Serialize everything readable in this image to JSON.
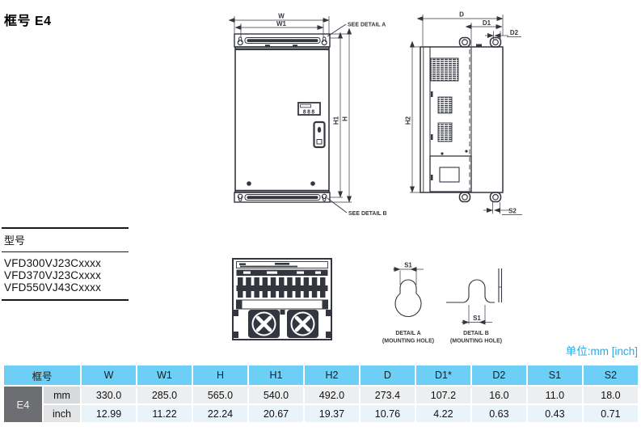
{
  "page": {
    "title": "框号 E4",
    "unit_note": "单位:mm [inch]"
  },
  "models": {
    "header": "型号",
    "items": [
      "VFD300VJ23Cxxxx",
      "VFD370VJ23Cxxxx",
      "VFD550VJ43Cxxxx"
    ]
  },
  "diagram": {
    "front": {
      "w": "W",
      "w1": "W1",
      "h": "H",
      "h1": "H1",
      "display": "888",
      "see_detail_a": "SEE DETAIL A",
      "see_detail_b": "SEE DETAIL B"
    },
    "side": {
      "d": "D",
      "d1": "D1",
      "d2": "D2",
      "h2": "H2",
      "s2": "S2"
    },
    "detail_a": {
      "dim": "S1",
      "title": "DETAIL A",
      "subtitle": "(MOUNTING HOLE)"
    },
    "detail_b": {
      "dim": "S1",
      "title": "DETAIL B",
      "subtitle": "(MOUNTING HOLE)"
    }
  },
  "table": {
    "frame_header": "框号",
    "frame_id": "E4",
    "columns": [
      "W",
      "W1",
      "H",
      "H1",
      "H2",
      "D",
      "D1*",
      "D2",
      "S1",
      "S2"
    ],
    "rows": [
      {
        "unit": "mm",
        "values": [
          "330.0",
          "285.0",
          "565.0",
          "540.0",
          "492.0",
          "273.4",
          "107.2",
          "16.0",
          "11.0",
          "18.0"
        ]
      },
      {
        "unit": "inch",
        "values": [
          "12.99",
          "11.22",
          "22.24",
          "20.67",
          "19.37",
          "10.76",
          "4.22",
          "0.63",
          "0.43",
          "0.71"
        ]
      }
    ]
  },
  "colors": {
    "accent_blue": "#29A9E1",
    "table_header_blue": "#6DCFF6",
    "frame_cell_gray": "#6D6E71",
    "drawing_ink": "#33363E"
  }
}
